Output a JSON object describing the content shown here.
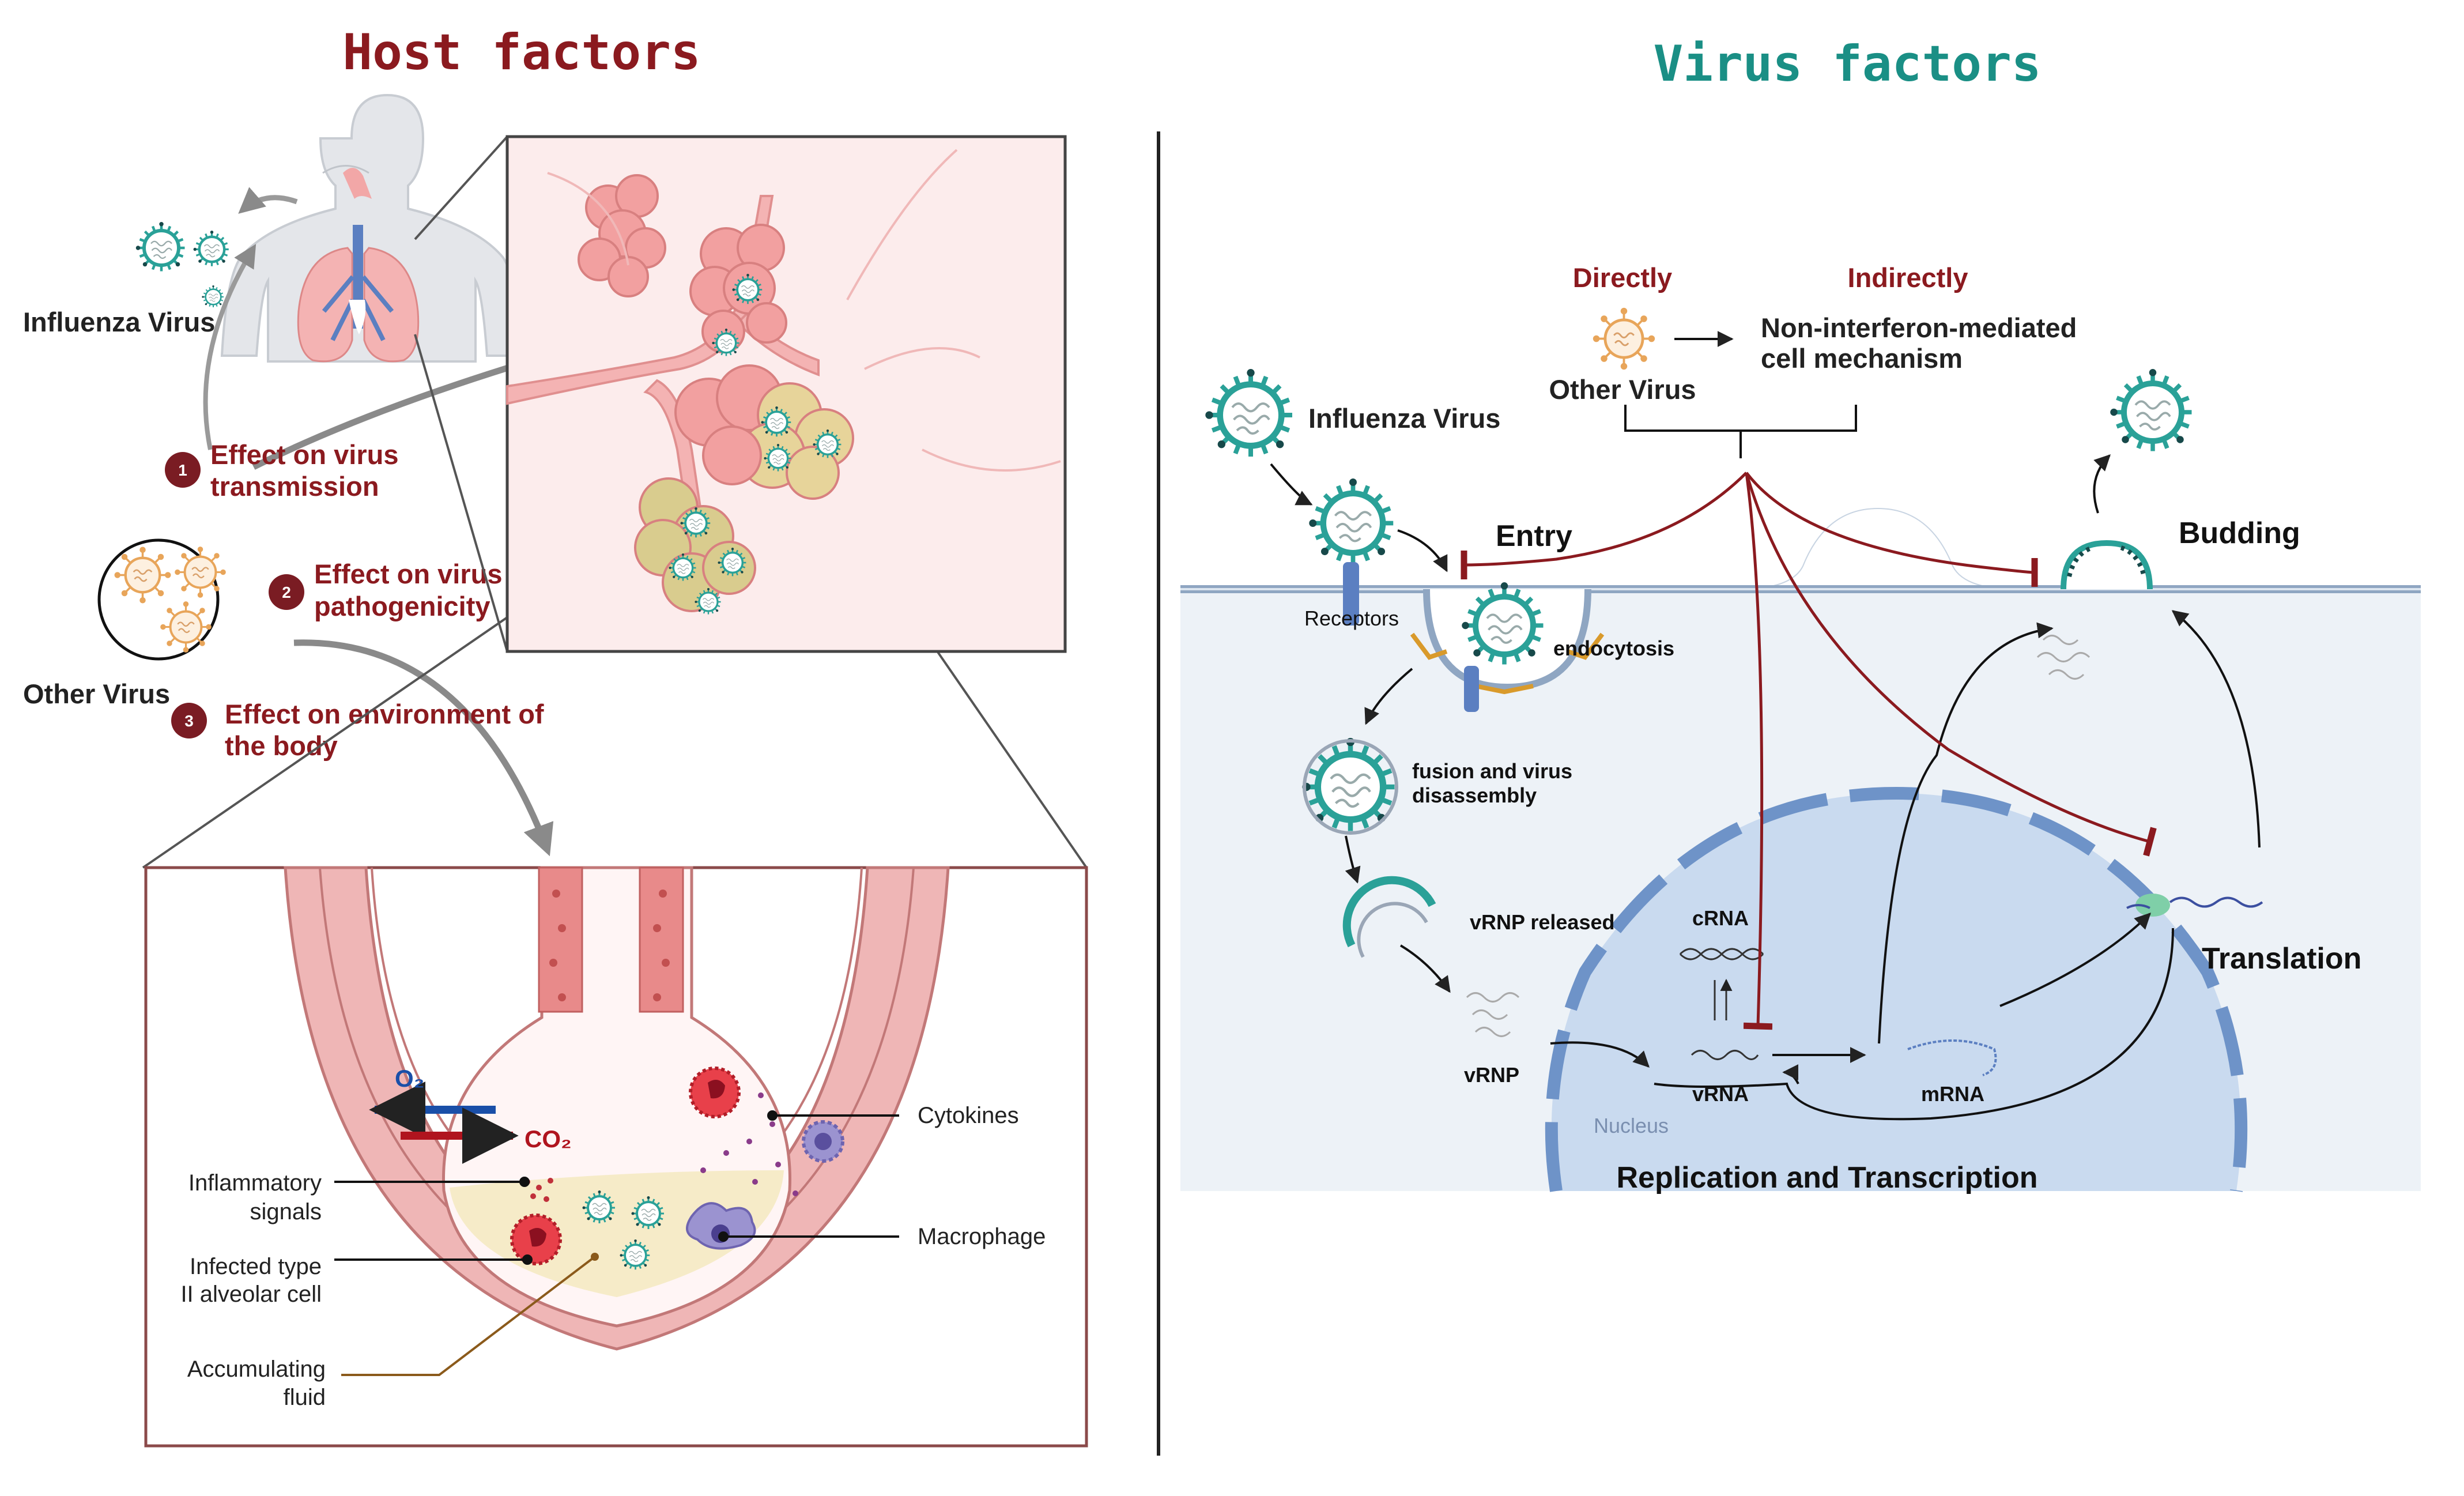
{
  "host": {
    "title": "Host factors",
    "influenza_label": "Influenza Virus",
    "other_label": "Other Virus",
    "effects": [
      {
        "num": "1",
        "line1": "Effect on virus",
        "line2": "transmission"
      },
      {
        "num": "2",
        "line1": "Effect on virus",
        "line2": "pathogenicity"
      },
      {
        "num": "3",
        "line1": "Effect on environment of",
        "line2": "the body"
      }
    ],
    "alveolus": {
      "o2": "O₂",
      "co2": "CO₂",
      "inflammatory_1": "Inflammatory",
      "inflammatory_2": "signals",
      "infected_1": "Infected type",
      "infected_2": "II alveolar cell",
      "fluid_1": "Accumulating",
      "fluid_2": "fluid",
      "cytokines": "Cytokines",
      "macrophage": "Macrophage"
    }
  },
  "virus": {
    "title": "Virus factors",
    "directly": "Directly",
    "indirectly": "Indirectly",
    "non_ifn_1": "Non-interferon-mediated",
    "non_ifn_2": "cell mechanism",
    "other_virus": "Other Virus",
    "influenza_virus": "Influenza Virus",
    "entry": "Entry",
    "budding": "Budding",
    "receptors": "Receptors",
    "endocytosis": "endocytosis",
    "fusion_1": "fusion and virus",
    "fusion_2": "disassembly",
    "vrnp_released": "vRNP released",
    "vrnp": "vRNP",
    "crna": "cRNA",
    "vrna": "vRNA",
    "mrna": "mRNA",
    "nucleus": "Nucleus",
    "replication": "Replication and Transcription",
    "translation": "Translation"
  },
  "colors": {
    "dark_red": "#8b1a1f",
    "teal": "#1a8f85",
    "virus_teal": "#2aa198",
    "virus_orange": "#e8a55a",
    "cell_bg": "#edf2f7",
    "nucleus": "#c9daef",
    "tissue_pink": "#f4b3b3"
  },
  "icons": [
    "influenza-virus-icon",
    "other-virus-icon",
    "human-body-icon",
    "lung-icon",
    "alveoli-icon",
    "macrophage-icon",
    "infected-cell-icon",
    "ribosome-icon"
  ]
}
